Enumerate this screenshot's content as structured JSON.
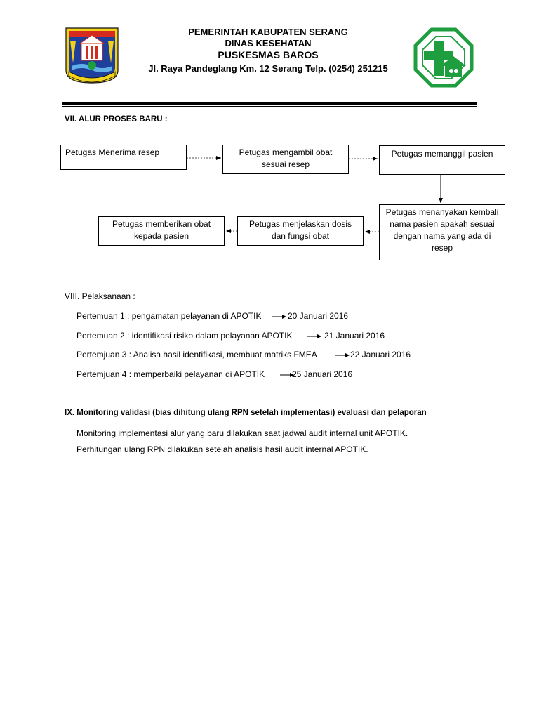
{
  "header": {
    "line1": "PEMERINTAH KABUPATEN SERANG",
    "line2": "DINAS KESEHATAN",
    "line3": "PUSKESMAS BAROS",
    "line4": "Jl. Raya Pandeglang  Km. 12 Serang Telp. (0254) 251215",
    "left_logo_label": "Kabupaten Serang emblem",
    "right_logo_label": "Puskesmas logo"
  },
  "section7": {
    "title": "VII. ALUR PROSES BARU :",
    "boxes": [
      "Petugas Menerima resep",
      "Petugas mengambil obat sesuai resep",
      "Petugas memanggil pasien",
      "Petugas menanyakan kembali nama pasien apakah sesuai dengan nama yang ada di resep",
      "Petugas menjelaskan dosis dan fungsi obat",
      "Petugas memberikan obat kepada pasien"
    ]
  },
  "section8": {
    "title": "VIII. Pelaksanaan :",
    "meetings": [
      {
        "label": "Pertemuan 1 : pengamatan pelayanan di APOTIK",
        "date": "20 Januari 2016"
      },
      {
        "label": "Pertemuan 2 : identifikasi risiko dalam pelayanan APOTIK",
        "date": "21 Januari 2016"
      },
      {
        "label": "Pertemjuan 3 : Analisa hasil identifikasi, membuat matriks FMEA",
        "date": "22 Januari 2016"
      },
      {
        "label": "Pertemjuan 4 : memperbaiki pelayanan di APOTIK",
        "date": "25 Januari 2016"
      }
    ]
  },
  "section9": {
    "title": "IX. Monitoring validasi (bias dihitung ulang RPN setelah implementasi) evaluasi dan pelaporan",
    "lines": [
      "Monitoring implementasi alur yang baru dilakukan saat jadwal audit internal unit APOTIK.",
      "Perhitungan ulang RPN dilakukan setelah analisis hasil audit internal APOTIK."
    ]
  },
  "colors": {
    "logo_green": "#1e9e3e",
    "emblem_blue": "#1f3f9c",
    "emblem_yellow": "#f2d21b",
    "emblem_red": "#d42a1f"
  }
}
